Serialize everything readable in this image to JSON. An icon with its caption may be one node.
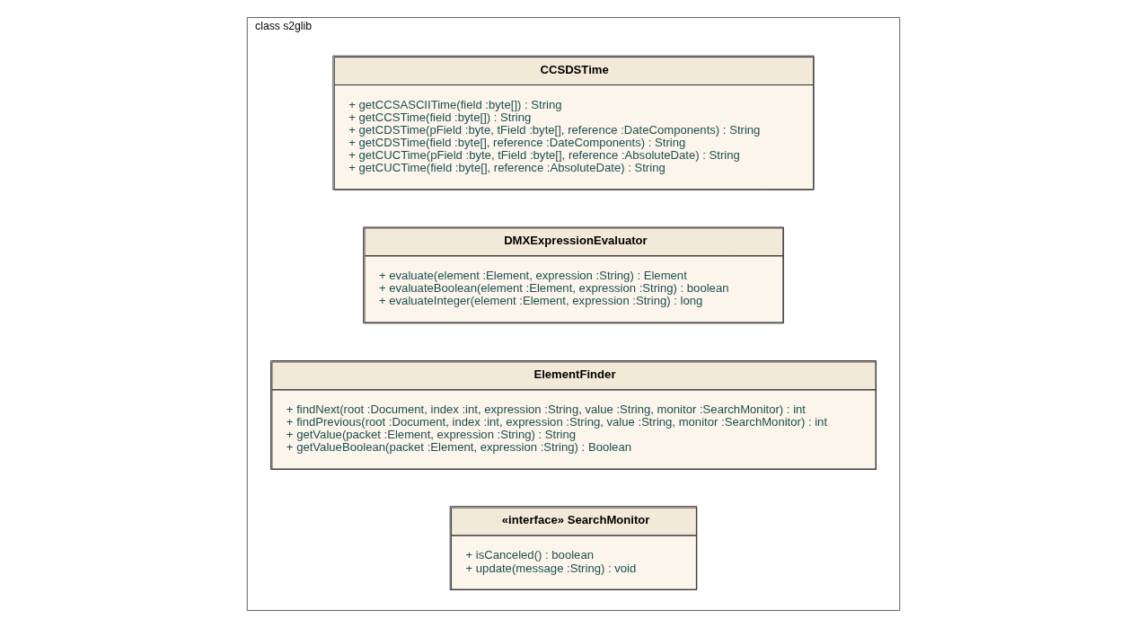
{
  "diagram": {
    "nodes": [
      {
        "text": [
          "class s2glib"
        ]
      },
      {
        "text": [
          "CCSDSTime",
          "+ getCCSASCIITime(field :byte[]) : String",
          "+ getCCSTime(field :byte[]) : String",
          "+ getCDSTime(pField :byte, tField :byte[], reference :DateComponents) : String",
          "+ getCDSTime(field :byte[], reference :DateComponents) : String",
          "+ getCUCTime(pField :byte, tField :byte[], reference :AbsoluteDate) : String",
          "+ getCUCTime(field :byte[], reference :AbsoluteDate) : String"
        ],
        "in": 0
      },
      {
        "text": [
          "DMXExpressionEvaluator",
          "+ evaluate(element :Element, expression :String) : Element",
          "+ evaluateBoolean(element :Element, expression :String) : boolean",
          "+ evaluateInteger(element :Element, expression :String) : long"
        ],
        "in": 0
      },
      {
        "text": [
          "ElementFinder",
          "+ findNext(root :Document, index :int, expression :String, value :String, monitor :SearchMonitor) : int",
          "+ findPrevious(root :Document, index :int, expression :String, value :String, monitor :SearchMonitor) : int",
          "+ getValue(packet :Element, expression :String) : String",
          "+ getValueBoolean(packet :Element, expression :String) : Boolean"
        ],
        "in": 0
      },
      {
        "text": [
          "«interface» SearchMonitor",
          "+ isCanceled() : boolean",
          "+ update(message :String) : void"
        ],
        "in": 0
      }
    ],
    "edges": []
  }
}
